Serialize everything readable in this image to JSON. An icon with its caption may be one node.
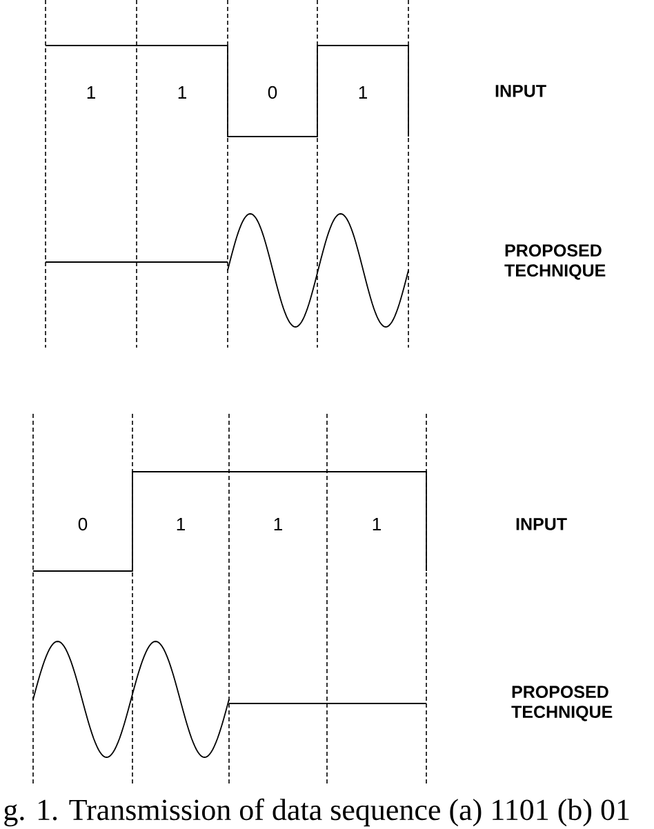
{
  "diagram": {
    "caption": "g. 1. Transmission of data sequence (a) 1101 (b) 01",
    "labels": [
      "1",
      "1",
      "0",
      "1",
      "INPUT",
      "PROPOSED TECHNIQUE",
      "0",
      "1",
      "1",
      "1",
      "INPUT",
      "PROPOSED TECHNIQUE"
    ]
  }
}
